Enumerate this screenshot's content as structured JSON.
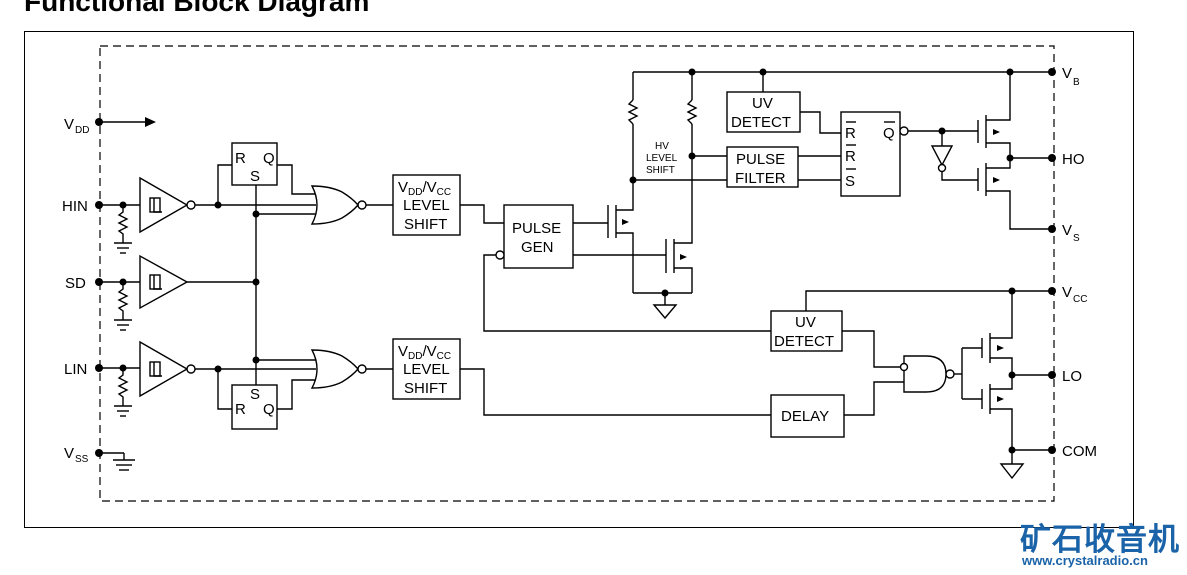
{
  "title": "Functional Block Diagram",
  "pins_left": {
    "vdd": "V",
    "vdd_sub": "DD",
    "hin": "HIN",
    "sd": "SD",
    "lin": "LIN",
    "vss": "V",
    "vss_sub": "SS"
  },
  "pins_right": {
    "vb": "V",
    "vb_sub": "B",
    "ho": "HO",
    "vs": "V",
    "vs_sub": "S",
    "vcc": "V",
    "vcc_sub": "CC",
    "lo": "LO",
    "com": "COM"
  },
  "blocks": {
    "latch_r": "R",
    "latch_s": "S",
    "latch_q": "Q",
    "level_shift_line1_v1": "V",
    "level_shift_line1_s1": "DD",
    "level_shift_line1_slash": "/V",
    "level_shift_line1_s2": "CC",
    "level_shift_l2": "LEVEL",
    "level_shift_l3": "SHIFT",
    "pulse_gen_l1": "PULSE",
    "pulse_gen_l2": "GEN",
    "hv_l1": "HV",
    "hv_l2": "LEVEL",
    "hv_l3": "SHIFT",
    "uv_l1": "UV",
    "uv_l2": "DETECT",
    "pulse_filter_l1": "PULSE",
    "pulse_filter_l2": "FILTER",
    "ff_r": "R",
    "ff_s": "S",
    "ff_q": "Q",
    "delay": "DELAY"
  },
  "watermark": {
    "chinese": "矿石收音机",
    "url": "www.crystalradio.cn",
    "color": "#1a63a8"
  }
}
